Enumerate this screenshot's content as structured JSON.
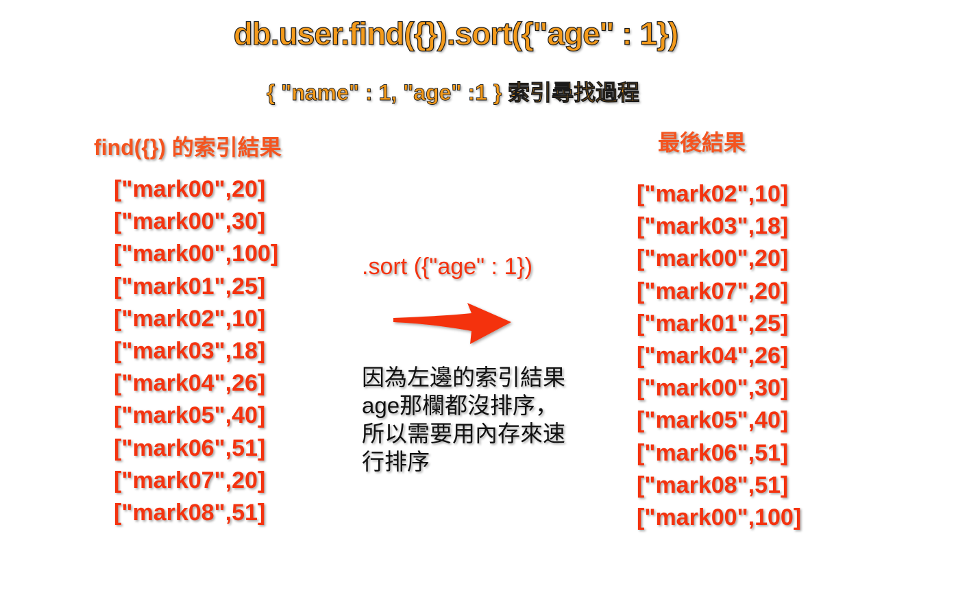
{
  "title": "db.user.find({}).sort({\"age\" : 1})",
  "subtitle": "{ \"name\" : 1, \"age\" :1 } 索引尋找過程",
  "left": {
    "heading": "find({}) 的索引結果",
    "items": [
      "[\"mark00\",20]",
      "[\"mark00\",30]",
      "[\"mark00\",100]",
      "[\"mark01\",25]",
      "[\"mark02\",10]",
      "[\"mark03\",18]",
      "[\"mark04\",26]",
      "[\"mark05\",40]",
      "[\"mark06\",51]",
      "[\"mark07\",20]",
      "[\"mark08\",51]"
    ]
  },
  "middle": {
    "sort_label": ".sort ({\"age\" : 1})",
    "arrow_icon": "arrow-right",
    "explanation_lines": [
      "因為左邊的索引結果",
      "age那欄都沒排序，",
      "所以需要用內存來速",
      "行排序"
    ]
  },
  "right": {
    "heading": "最後結果",
    "items": [
      "[\"mark02\",10]",
      "[\"mark03\",18]",
      "[\"mark00\",20]",
      "[\"mark07\",20]",
      "[\"mark01\",25]",
      "[\"mark04\",26]",
      "[\"mark00\",30]",
      "[\"mark05\",40]",
      "[\"mark06\",51]",
      "[\"mark08\",51]",
      "[\"mark00\",100]"
    ]
  },
  "colors": {
    "title": "#f39a1b",
    "list_text": "#f4330f",
    "heading": "#f4541f",
    "arrow": "#f4330f"
  }
}
